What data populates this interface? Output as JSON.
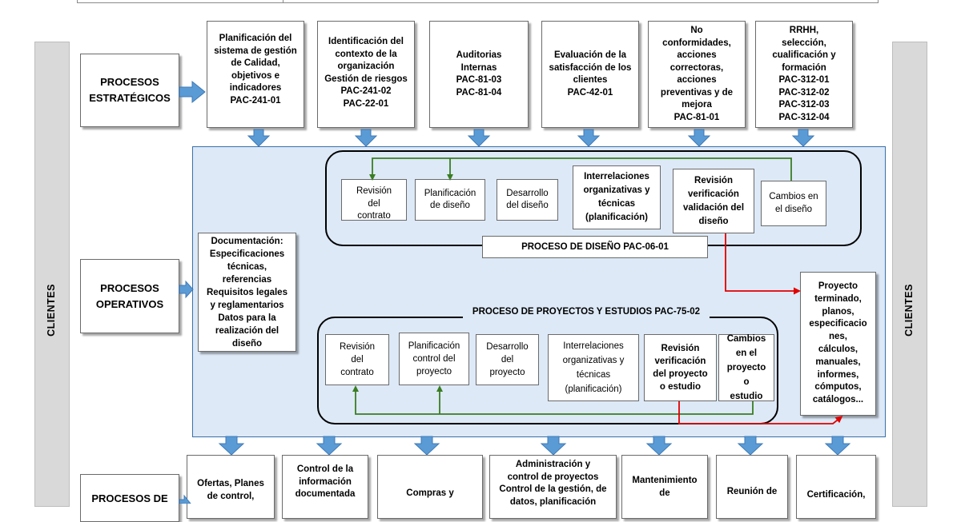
{
  "sides": {
    "left_label": "CLIENTES",
    "right_label": "CLIENTES"
  },
  "categories": {
    "strategic": "PROCESOS\nESTRATÉGICOS",
    "operative": "PROCESOS\nOPERATIVOS",
    "support": "PROCESOS DE"
  },
  "strategic_boxes": [
    "Planificación del\nsistema de gestión\nde Calidad,\nobjetivos e\nindicadores\nPAC-241-01",
    "Identificación del\ncontexto de la\norganización\nGestión de riesgos\nPAC-241-02\nPAC-22-01",
    "Auditorias\nInternas\nPAC-81-03\nPAC-81-04",
    "Evaluación de la\nsatisfacción de los\nclientes\nPAC-42-01",
    "No\nconformidades,\nacciones\ncorrectoras,\nacciones\npreventivas y de\nmejora\nPAC-81-01",
    "RRHH,\nselección,\ncualificación y\nformación\nPAC-312-01\nPAC-312-02\nPAC-312-03\nPAC-312-04"
  ],
  "documentation": "Documentación:\nEspecificaciones\ntécnicas,\nreferencias\nRequisitos legales\ny reglamentarios\nDatos para la\nrealización del\ndiseño",
  "design_process": {
    "title": "PROCESO DE DISEÑO PAC-06-01",
    "steps": [
      "Revisión\ndel\ncontrato",
      "Planificación\nde diseño",
      "Desarrollo\ndel diseño",
      "Interrelaciones\norganizativas y\ntécnicas\n(planificación)",
      "Revisión\nverificación\nvalidación del\ndiseño",
      "Cambios en\nel diseño"
    ]
  },
  "projects_process": {
    "title": "PROCESO DE PROYECTOS Y ESTUDIOS PAC-75-02",
    "steps": [
      "Revisión\ndel\ncontrato",
      "Planificación\ncontrol del\nproyecto",
      "Desarrollo\ndel\nproyecto",
      "Interrelaciones\norganizativas y\ntécnicas\n(planificación)",
      "Revisión\nverificación\ndel proyecto\no estudio",
      "Cambios\nen el\nproyecto o\nestudio"
    ]
  },
  "output": "Proyecto\nterminado,\nplanos,\nespecificacio\nnes,\ncálculos,\nmanuales,\ninformes,\ncómputos,\ncatálogos...",
  "support_boxes": [
    "Ofertas, Planes\nde control,",
    "Control de la\ninformación\ndocumentada",
    "Compras y",
    "Administración y\ncontrol de proyectos\nControl de la gestión, de\ndatos, planificación",
    "Mantenimiento\nde",
    "Reunión de",
    "Certificación,"
  ],
  "colors": {
    "arrow_blue": "#5b9bd5",
    "feedback_green": "#3a7d22",
    "output_red": "#e00000",
    "operative_bg": "#dde9f7"
  }
}
